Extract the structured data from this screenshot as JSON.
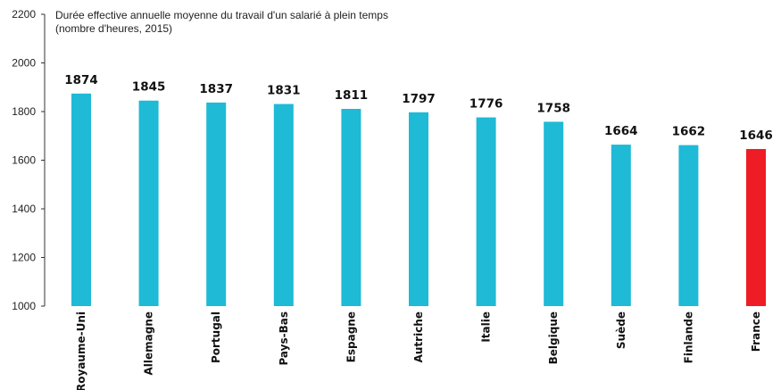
{
  "chart_data": {
    "type": "bar",
    "title": "Durée effective annuelle moyenne du travail d'un salarié à plein temps",
    "subtitle": "(nombre d'heures, 2015)",
    "categories": [
      "Royaume-Uni",
      "Allemagne",
      "Portugal",
      "Pays-Bas",
      "Espagne",
      "Autriche",
      "Italie",
      "Belgique",
      "Suède",
      "Finlande",
      "France"
    ],
    "values": [
      1874,
      1845,
      1837,
      1831,
      1811,
      1797,
      1776,
      1758,
      1664,
      1662,
      1646
    ],
    "value_labels": [
      "1874",
      "1845",
      "1837",
      "1831",
      "1811",
      "1797",
      "1776",
      "1758",
      "1664",
      "1662",
      "1646"
    ],
    "ylim": [
      1000,
      2200
    ],
    "yticks": [
      1000,
      1200,
      1400,
      1600,
      1800,
      2000,
      2200
    ],
    "ytick_labels": [
      "1000",
      "1200",
      "1400",
      "1600",
      "1800",
      "2000",
      "2200"
    ],
    "grid": false,
    "colors": {
      "bar": "#1ebad6",
      "highlight": "#ee1c25",
      "axis": "#333333"
    },
    "highlight_category": "France"
  }
}
